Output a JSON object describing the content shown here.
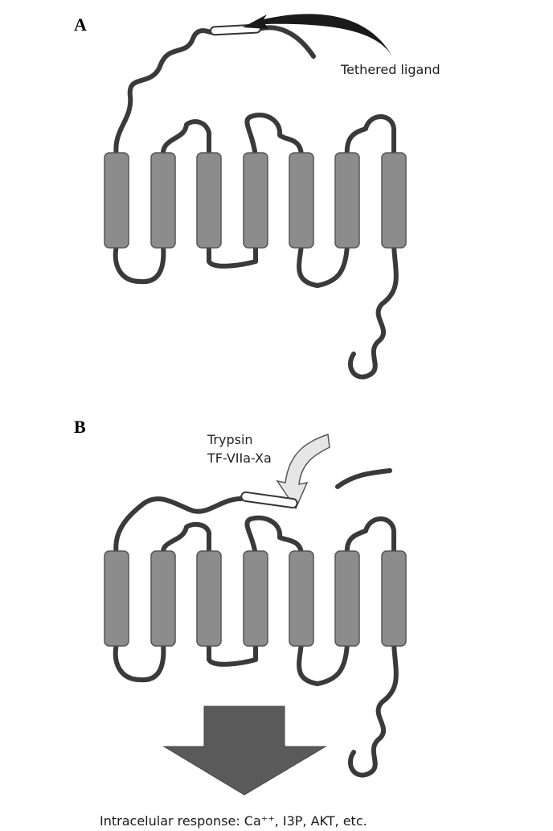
{
  "panels": {
    "a": {
      "letter": "A",
      "ligand_label": "Tethered ligand"
    },
    "b": {
      "letter": "B",
      "protease_line1": "Trypsin",
      "protease_line2": "TF-VIIa-Xa"
    }
  },
  "response_text": "Intracelular response: Ca⁺⁺, I3P, AKT, etc.",
  "colors": {
    "helix_fill": "#8c8c8c",
    "loop_stroke": "#3a3a3a",
    "arrow_fill": "#5a5a5a",
    "ligand_fill": "#ffffff"
  }
}
